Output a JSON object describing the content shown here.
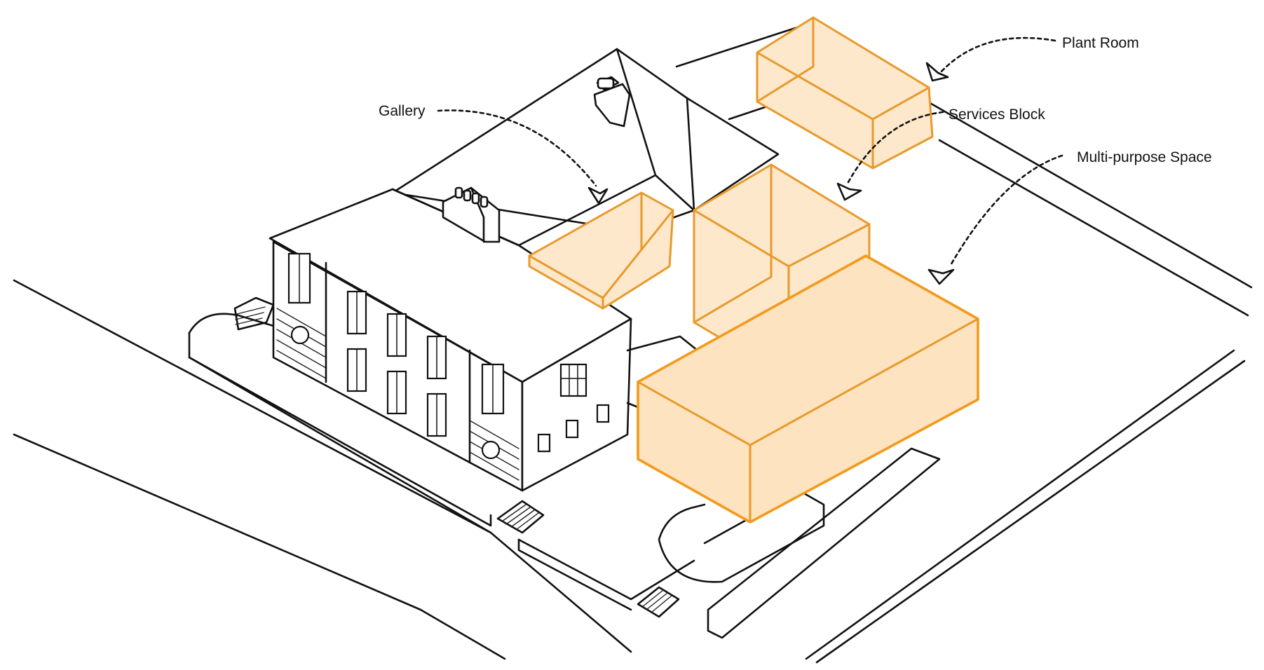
{
  "labels": {
    "plant_room": "Plant Room",
    "services_block": "Services Block",
    "gallery": "Gallery",
    "multi_purpose_space": "Multi-purpose Space"
  },
  "colors": {
    "ink": "#111111",
    "volume_fill": "#fde8cc",
    "volume_stroke": "#e79a2a",
    "background": "#ffffff"
  }
}
